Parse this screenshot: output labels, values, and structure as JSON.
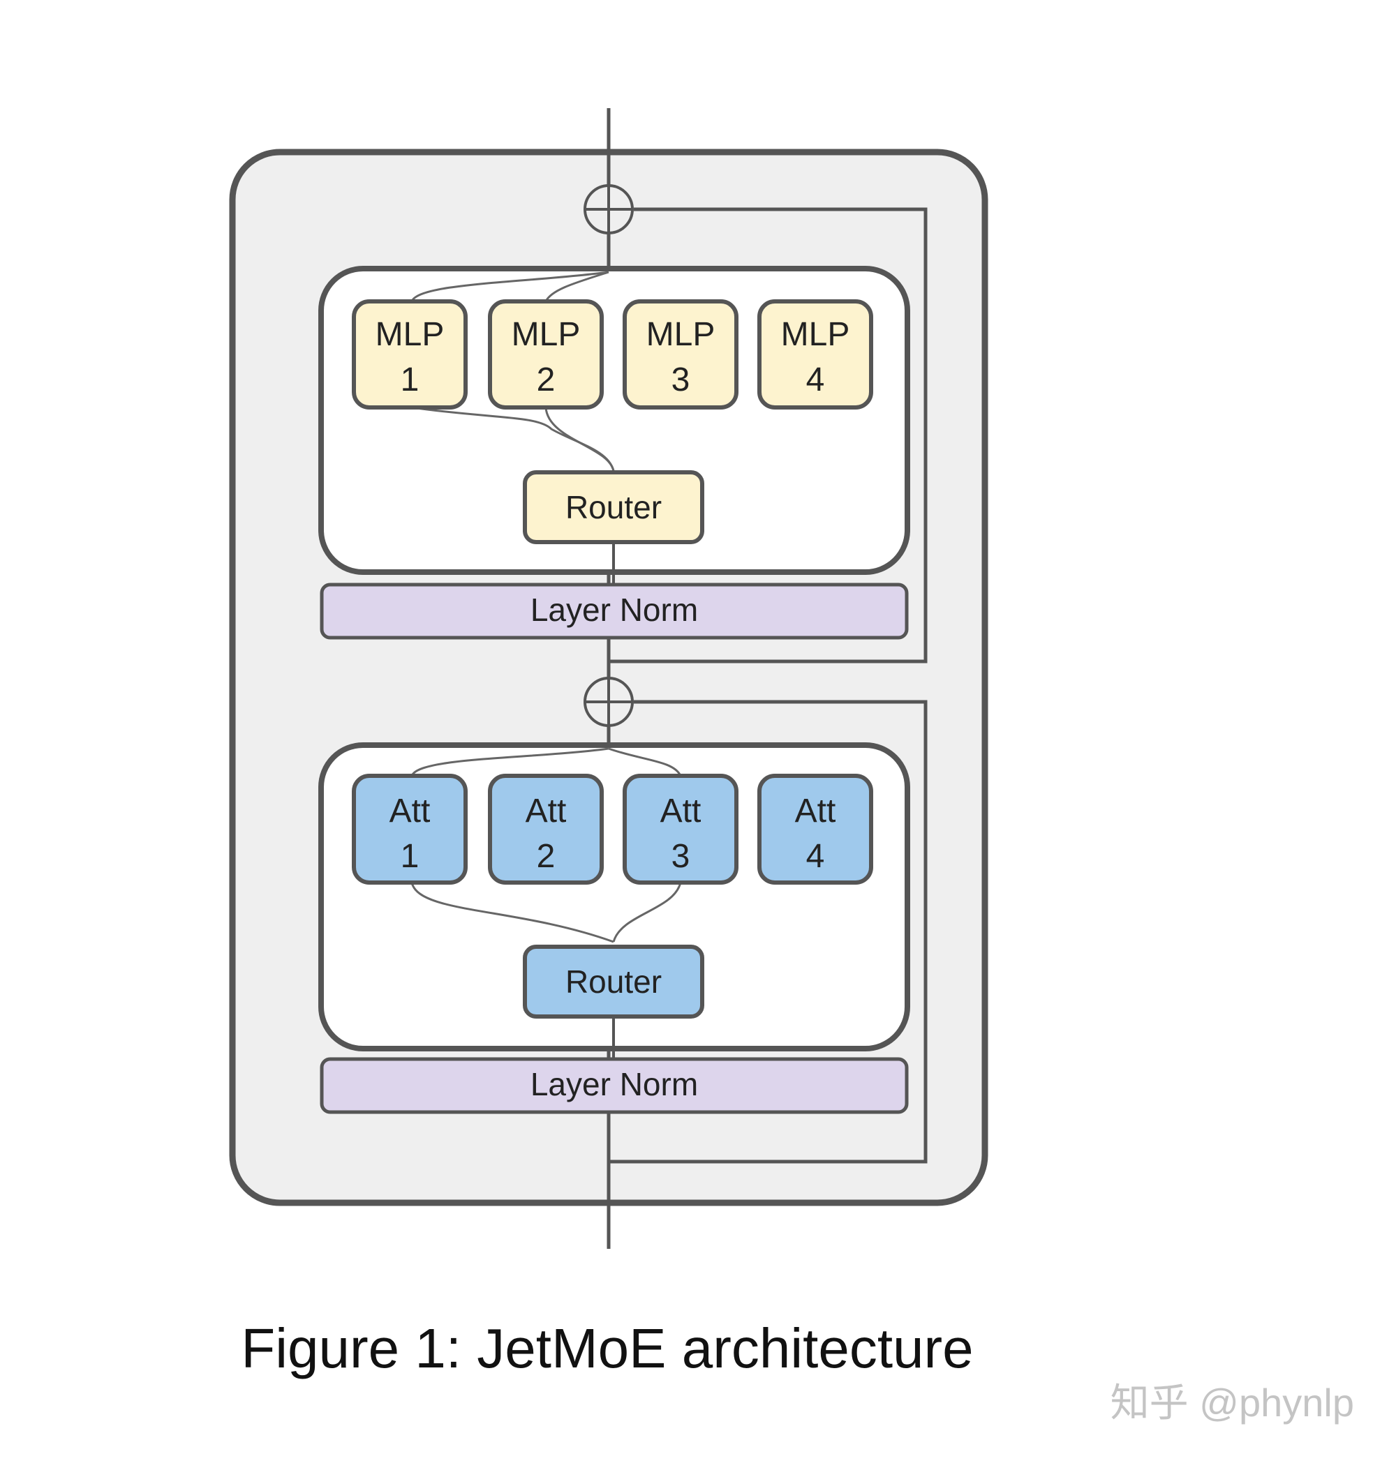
{
  "caption": "Figure 1: JetMoE architecture",
  "watermark": "知乎 @phynlp",
  "mlp_block": {
    "experts": [
      {
        "line1": "MLP",
        "line2": "1"
      },
      {
        "line1": "MLP",
        "line2": "2"
      },
      {
        "line1": "MLP",
        "line2": "3"
      },
      {
        "line1": "MLP",
        "line2": "4"
      }
    ],
    "router": "Router",
    "norm": "Layer Norm"
  },
  "attention_block": {
    "experts": [
      {
        "line1": "Att",
        "line2": "1"
      },
      {
        "line1": "Att",
        "line2": "2"
      },
      {
        "line1": "Att",
        "line2": "3"
      },
      {
        "line1": "Att",
        "line2": "4"
      }
    ],
    "router": "Router",
    "norm": "Layer Norm"
  },
  "colors": {
    "outer_fill": "#efefef",
    "outline": "#555555",
    "mlp_fill": "#fdf3cf",
    "att_fill": "#9fc9ec",
    "norm_fill": "#ddd5ec",
    "inner_fill": "#ffffff"
  }
}
